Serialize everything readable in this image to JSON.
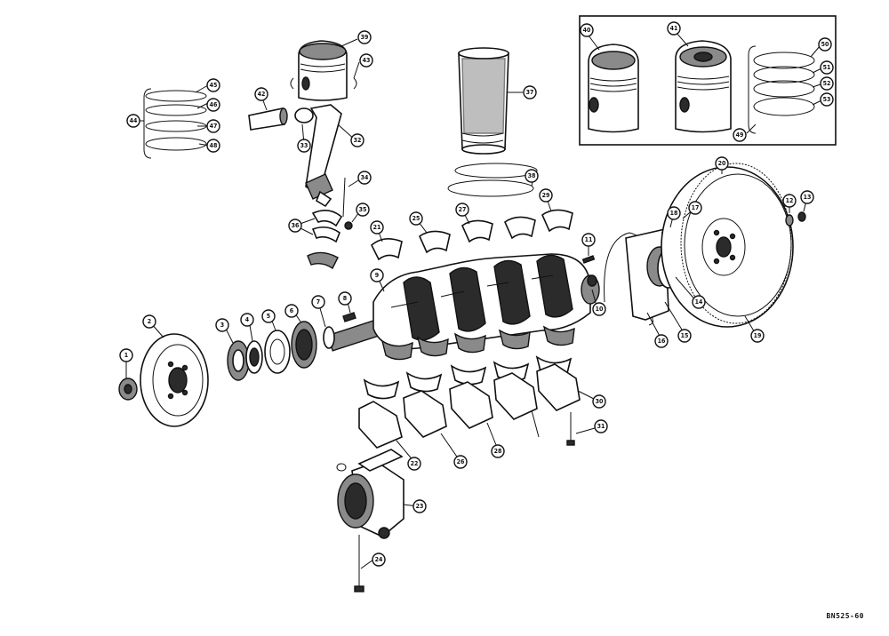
{
  "drawing_code": "BN525-60",
  "callouts": [
    "1",
    "2",
    "3",
    "4",
    "5",
    "6",
    "7",
    "8",
    "9",
    "10",
    "11",
    "12",
    "13",
    "14",
    "15",
    "16",
    "17",
    "18",
    "19",
    "20",
    "21",
    "22",
    "23",
    "24",
    "25",
    "26",
    "27",
    "28",
    "29",
    "30",
    "31",
    "32",
    "33",
    "34",
    "35",
    "36",
    "37",
    "38",
    "39",
    "40",
    "41",
    "42",
    "43",
    "44",
    "45",
    "46",
    "47",
    "48",
    "49",
    "50",
    "51",
    "52",
    "53"
  ]
}
